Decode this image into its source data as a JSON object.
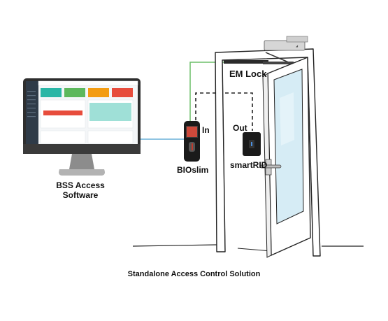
{
  "software": {
    "line1": "BSS Access",
    "line2": "Software"
  },
  "devices": {
    "reader_in": "BIOslim",
    "reader_out": "smartRID",
    "in_label": "In",
    "out_label": "Out",
    "lock": "EM Lock"
  },
  "caption": "Standalone Access Control Solution",
  "colors": {
    "green_wire": "#6dbf6a",
    "blue_wire": "#6ab0d8",
    "dashed_wire": "#222222",
    "tile_teal": "#29b6a6",
    "tile_green": "#5cb85c",
    "tile_orange": "#f39c12",
    "tile_red": "#e74c3c",
    "monitor_frame": "#2e2e2e"
  }
}
